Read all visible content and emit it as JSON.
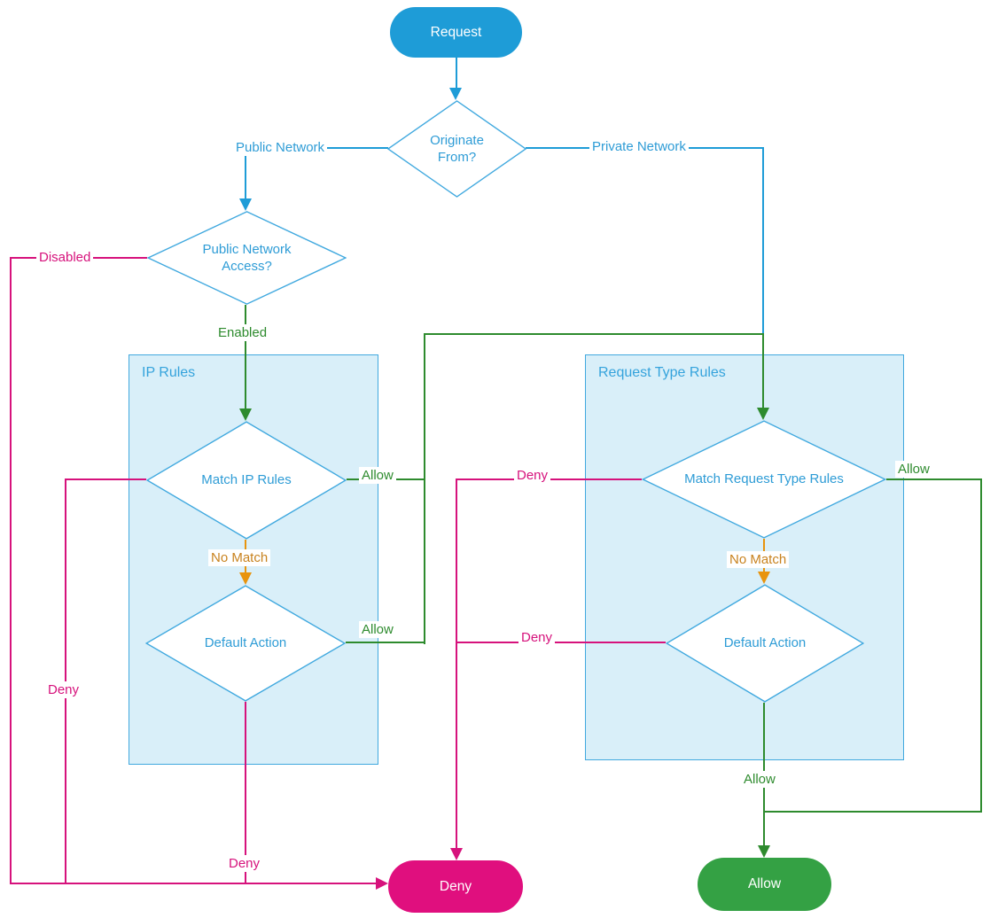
{
  "diagram": {
    "nodes": {
      "request": {
        "label": "Request",
        "type": "terminal-start"
      },
      "originate_from": {
        "label": "Originate From?",
        "type": "decision"
      },
      "public_network_access": {
        "label": "Public Network Access?",
        "type": "decision"
      },
      "ip_rules_group": {
        "label": "IP Rules",
        "type": "group"
      },
      "match_ip_rules": {
        "label": "Match IP Rules",
        "type": "decision"
      },
      "default_action_ip": {
        "label": "Default Action",
        "type": "decision"
      },
      "request_type_rules_group": {
        "label": "Request Type Rules",
        "type": "group"
      },
      "match_request_type_rules": {
        "label": "Match Request Type Rules",
        "type": "decision"
      },
      "default_action_request_type": {
        "label": "Default Action",
        "type": "decision"
      },
      "deny": {
        "label": "Deny",
        "type": "terminal-end"
      },
      "allow": {
        "label": "Allow",
        "type": "terminal-end"
      }
    },
    "edge_labels": {
      "public_network": {
        "label": "Public Network"
      },
      "private_network": {
        "label": "Private Network"
      },
      "disabled": {
        "label": "Disabled"
      },
      "enabled": {
        "label": "Enabled"
      },
      "ip_match_allow": {
        "label": "Allow"
      },
      "ip_no_match": {
        "label": "No Match"
      },
      "ip_default_allow": {
        "label": "Allow"
      },
      "ip_match_deny": {
        "label": "Deny"
      },
      "ip_default_deny": {
        "label": "Deny"
      },
      "rt_match_deny": {
        "label": "Deny"
      },
      "rt_no_match": {
        "label": "No Match"
      },
      "rt_default_deny": {
        "label": "Deny"
      },
      "rt_match_allow": {
        "label": "Allow"
      },
      "rt_default_allow": {
        "label": "Allow"
      }
    },
    "colors": {
      "flow_blue": "#1E9CD7",
      "diamond_stroke": "#41A9DF",
      "diamond_text": "#2E9CD6",
      "box_fill": "#D9EFF9",
      "box_stroke": "#41A9DF",
      "box_label": "#35A3DC",
      "flow_green": "#2E8B2E",
      "allow_fill": "#34A144",
      "flow_magenta": "#D6127C",
      "deny_fill": "#E00F7E",
      "flow_orange": "#E8940E",
      "no_match_text": "#C8821E"
    }
  }
}
